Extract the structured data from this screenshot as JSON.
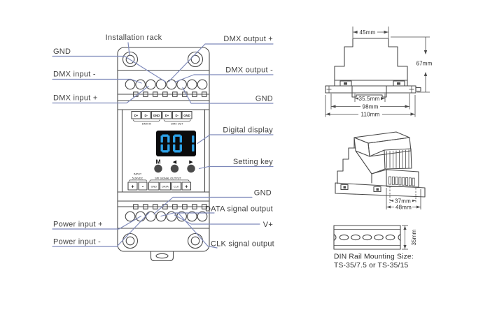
{
  "callouts": {
    "installation_rack": "Installation rack",
    "gnd_top_left": "GND",
    "dmx_input_minus": "DMX input -",
    "dmx_input_plus": "DMX input +",
    "power_input_plus": "Power input +",
    "power_input_minus": "Power input -",
    "dmx_output_plus": "DMX output +",
    "dmx_output_minus": "DMX output -",
    "gnd_top_right": "GND",
    "digital_display": "Digital display",
    "setting_key": "Setting key",
    "gnd_bottom_right": "GND",
    "data_signal_output": "DATA signal output",
    "v_plus": "V+",
    "clk_signal_output": "CLK signal output"
  },
  "device": {
    "dmx_terminals": [
      "D+",
      "D-",
      "GND",
      "D+",
      "D-",
      "GND"
    ],
    "dmx_in_label": "DMX IN",
    "dmx_out_label": "DMX OUT",
    "display_value": "001",
    "menu_key_label": "M",
    "left_key_glyph": "◀",
    "right_key_glyph": "▶",
    "input_label_line1": "INPUT",
    "input_label_line2": "5-24VDC",
    "spi_label": "SPI SIGNAL OUTPUT",
    "power_terminals": [
      "+",
      "-",
      "GND",
      "DATA",
      "CLK",
      "+"
    ]
  },
  "dimensions": {
    "front_view": {
      "top_width": "45mm",
      "height": "67mm",
      "clip_width": "35.5mm",
      "screw_span": "98mm",
      "total_width": "110mm"
    },
    "side_view": {
      "body_width": "37mm",
      "total_width": "48mm"
    },
    "din_rail": {
      "height": "35mm",
      "caption_line1": "DIN Rail Mounting Size:",
      "caption_line2": "TS-35/7.5 or TS-35/15"
    }
  },
  "colors": {
    "leader": "#7e89ba",
    "ink": "#4a4a4a",
    "text": "#3f3f3f",
    "display_background": "#0b0b0c",
    "display_digit": "#2da2e8"
  }
}
